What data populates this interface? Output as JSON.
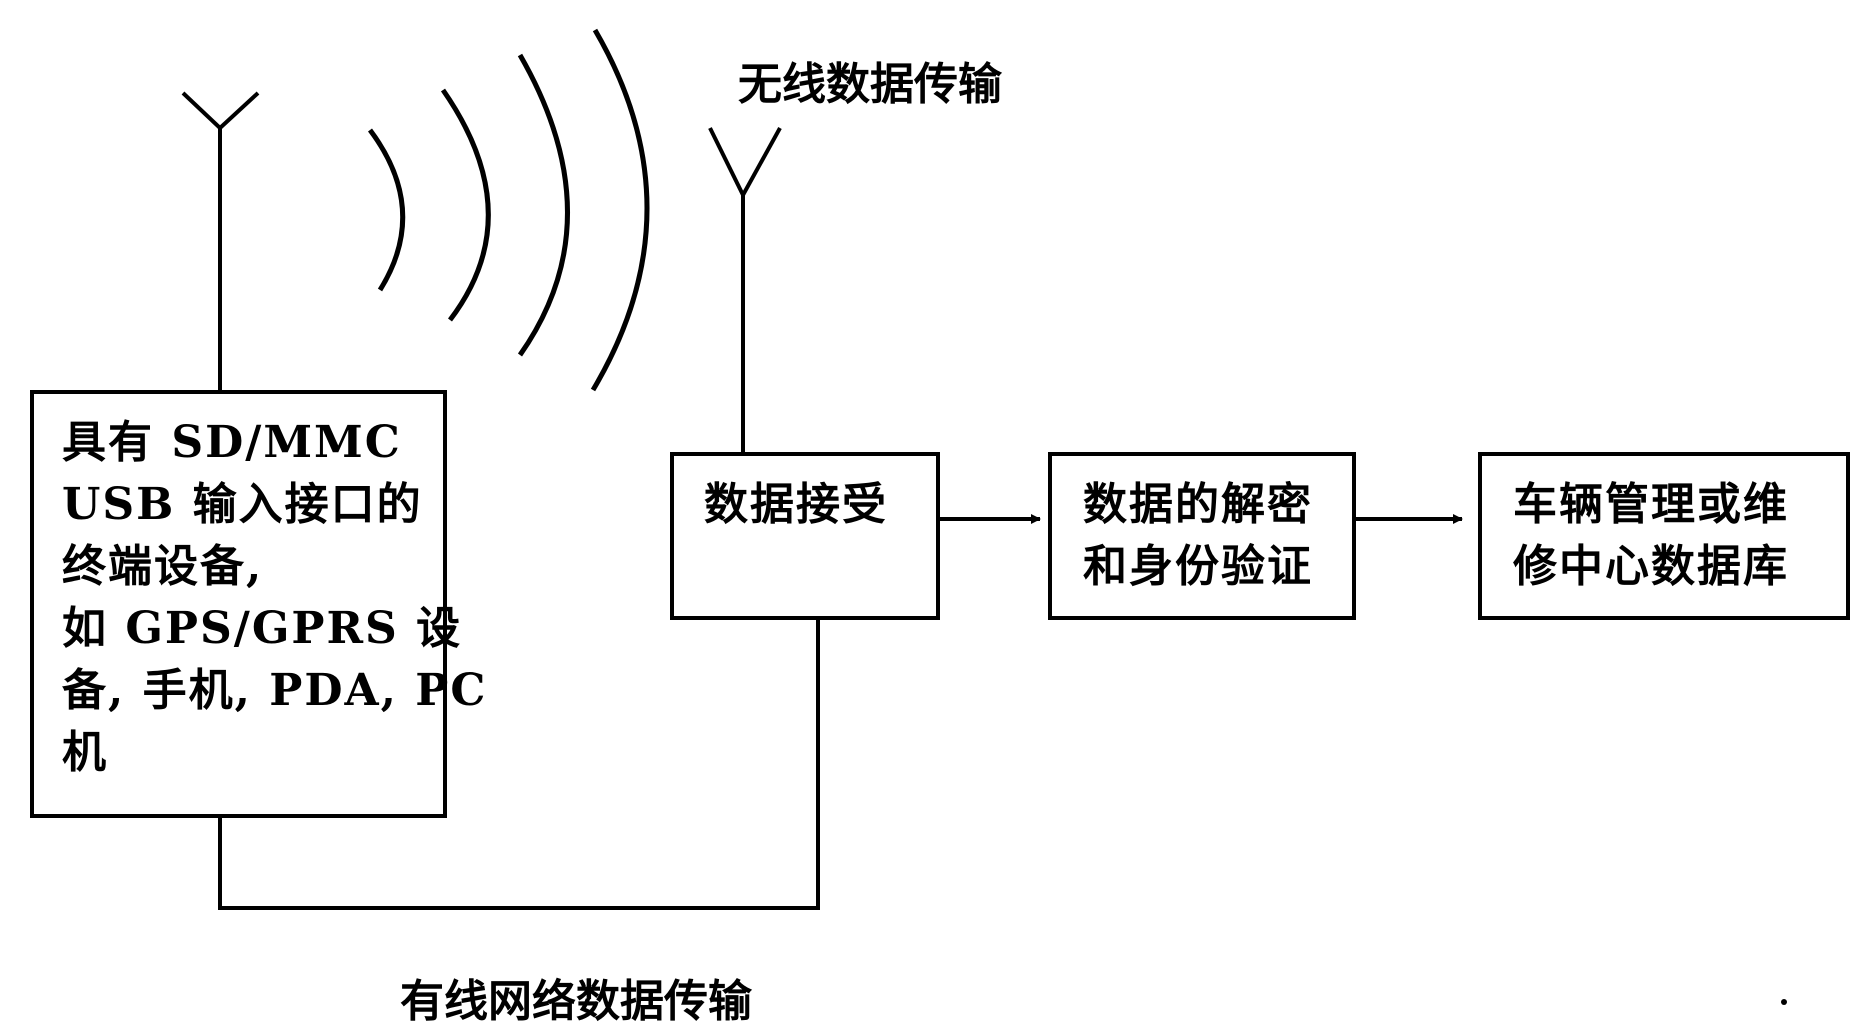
{
  "labels": {
    "wireless": "无线数据传输",
    "wired": "有线网络数据传输"
  },
  "boxes": {
    "terminal": {
      "lines": [
        "具有 SD/MMC",
        "USB 输入接口的",
        "终端设备,",
        "如 GPS/GPRS 设",
        "备, 手机, PDA, PC",
        "机"
      ]
    },
    "receiver": {
      "lines": [
        "数据接受"
      ]
    },
    "decrypt": {
      "lines": [
        "数据的解密",
        "和身份验证"
      ]
    },
    "database": {
      "lines": [
        "车辆管理或维",
        "修中心数据库"
      ]
    }
  }
}
